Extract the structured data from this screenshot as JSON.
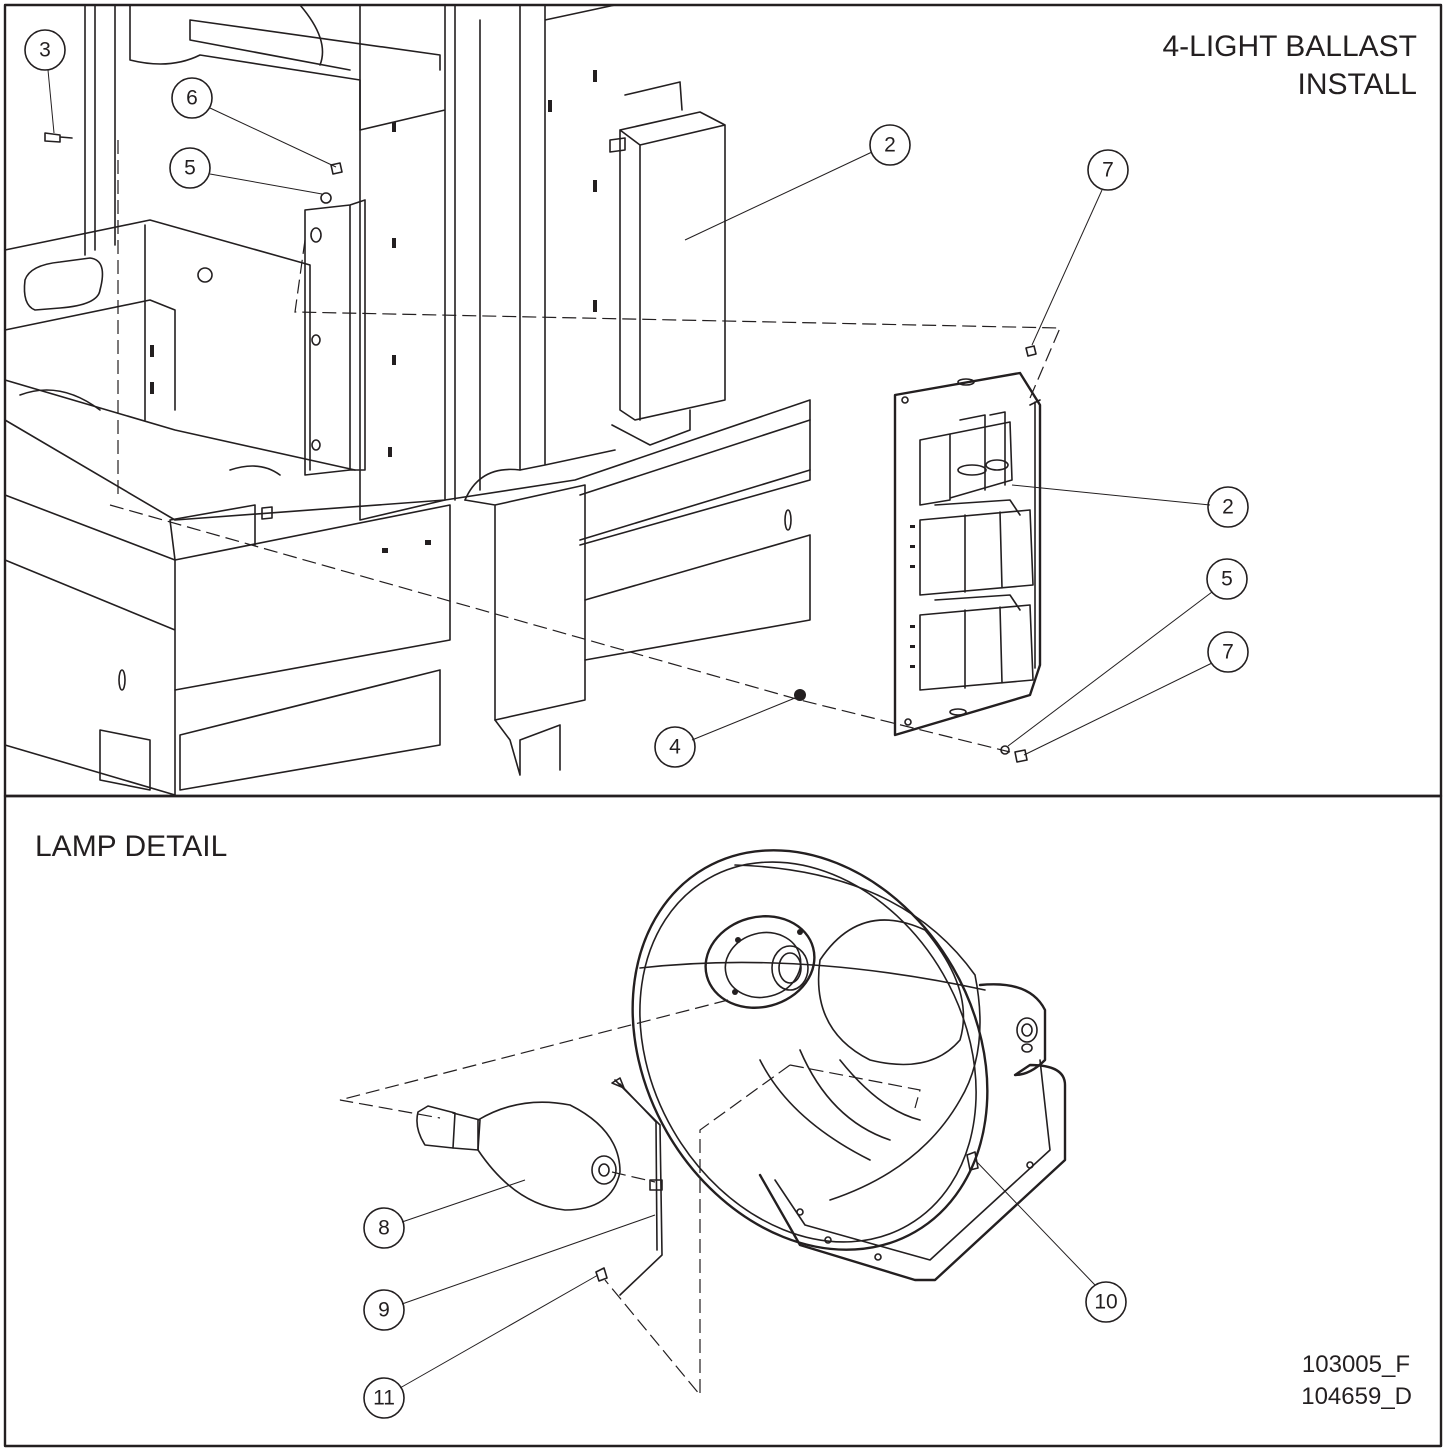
{
  "panels": {
    "top": {
      "title_line1": "4-LIGHT BALLAST",
      "title_line2": "INSTALL"
    },
    "bottom": {
      "title": "LAMP DETAIL"
    }
  },
  "drawing_numbers": [
    "103005_F",
    "104659_D"
  ],
  "callouts": {
    "top": [
      "3",
      "6",
      "5",
      "2",
      "7",
      "2",
      "5",
      "7",
      "4"
    ],
    "bottom": [
      "8",
      "9",
      "11",
      "10"
    ]
  },
  "colors": {
    "line": "#231f20",
    "background": "#ffffff"
  }
}
